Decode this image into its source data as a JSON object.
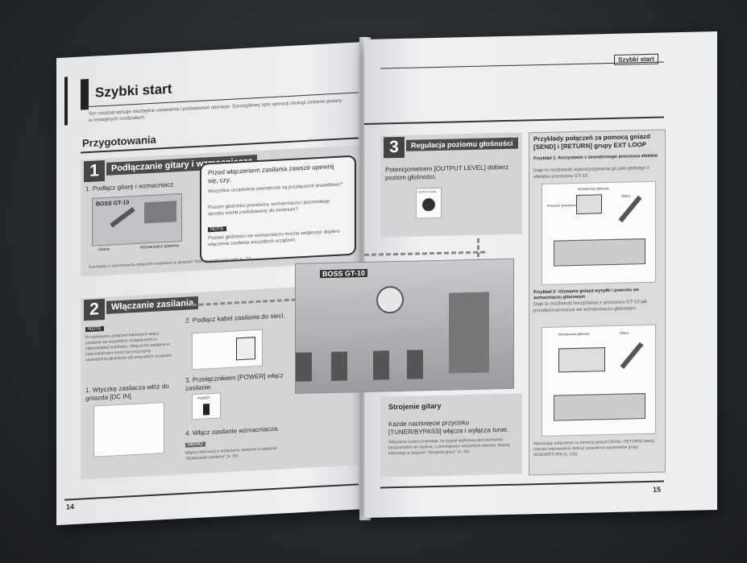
{
  "left_page": {
    "section_title": "Szybki start",
    "intro": "Ten rozdział opisuje niezbędne ustawienia i podstawowe operacje. Szczegółowy opis operacji obsługi zostanie podany w następnych rozdziałach.",
    "subheading": "Przygotowania",
    "step1": {
      "number": "1",
      "title": "Podłączanie gitary i wzmacniacza",
      "instruction": "1. Podłącz gitarę i wzmacniacz",
      "device_label": "BOSS GT-10",
      "label_guitar": "Gitara",
      "label_amp": "Wzmacniacz gitarowy",
      "bubble_heading": "Przed włączeniem zasilania zawsze upewnij się, czy:",
      "bubble_bullet1": "Wszystkie urządzenia zewnętrzne są przyłączone prawidłowo?",
      "bubble_bullet2": "Poziom głośności procesora, wzmacniacza i pozostałego sprzętu został zredukowany do minimum?",
      "note_label": "NOTE",
      "note_text": "Poziom głośności we wzmacniaczu można zwiększyć dopiero włączenia zasilania wszystkich urządzeń.",
      "footnote": "Szczegóły o wykonywaniu połączeń znajdziesz w akapicie \"Wykonywanie połączeń\" (s. 22)."
    },
    "step2": {
      "number": "2",
      "title": "Włączanie zasilania",
      "note_label": "NOTE",
      "note_text": "Po wykonaniu połączeń kablowych włącz zasilanie we wszystkich urządzeniach w odpowiedniej kolejności. Włączenie zasilania w innej kolejności może być przyczyną uszkodzenia głośników lub wszystkich urządzeń.",
      "item1": "1. Wtyczkę zasilacza włóż do gniazda [DC IN].",
      "item2": "2. Podłącz kabel zasilania do sieci.",
      "item3": "3. Przełącznikiem [POWER] włącz zasilanie.",
      "power_label": "POWER",
      "item4": "4. Włącz zasilanie wzmacniacza.",
      "memo_label": "MEMO",
      "memo_text": "Więcej informacji o wyłączaniu zasilania w akapicie \"Wyłączanie zasilania\" (s. 25)."
    },
    "page_number": "14"
  },
  "right_page": {
    "header": "Szybki start",
    "step3": {
      "number": "3",
      "title": "Regulacja poziomu głośności",
      "text": "Potencjometrem [OUTPUT LEVEL] dobierz poziom głośności.",
      "knob_label": "OUTPUT LEVEL"
    },
    "device_label": "BOSS GT-10",
    "tuning": {
      "title": "Strojenie gitary",
      "text": "Każde naciśnięcie przycisku [TUNER/BYPASS] włącza i wyłącza tuner.",
      "small": "Włączenie tunera powoduje, że sygnał wyjściowy jest kierowany bezpośrednio do wyjścia, z pominięciem wszystkich efektów. Więcej informacji w akapicie \"Strojenie gitary\" (s. 26)."
    },
    "sidebar": {
      "title": "Przykłady połączeń za pomocą gniazd [SEND] i [RETURN] grupy EXT LOOP",
      "ex1_title": "Przykład 1: Korzystanie z zewnętrznego procesora efektów",
      "ex1_text": "Daje to możliwość wykorzystywania go jako jednego z efektów procesora GT-10.",
      "ex1_amp": "Wzmacniacz gitarowy",
      "ex1_guitar": "Gitara",
      "ex1_proc": "Procesor zewnętrzny",
      "ex2_title": "Przykład 2: Używanie gniazd wysyłki i powrotu we wzmacniaczu gitarowym",
      "ex2_text": "Daje to możliwość korzystania z procesora GT-10 jak przedwzmacniacza we wzmacniaczu gitarowym.",
      "ex2_amp": "Wzmacniacz gitarowy",
      "ex2_guitar": "Gitara",
      "footnote": "Wykonując połączenia za pomocą gniazd [SEND i RETURN] należy również odpowiednio dobrać ustawienia parametrów grupy SEND/RETURN (s. 132)."
    },
    "page_number": "15"
  }
}
